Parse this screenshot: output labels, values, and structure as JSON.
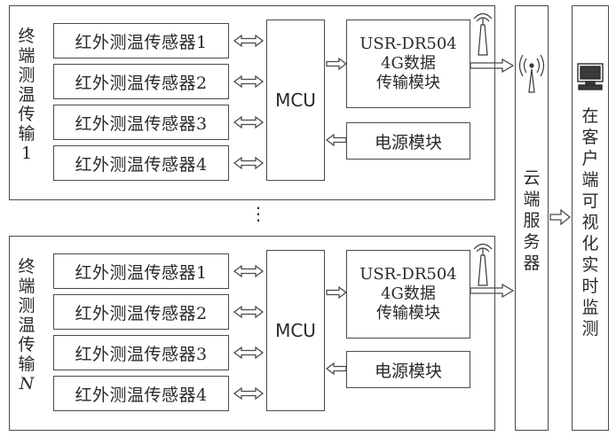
{
  "groups": [
    {
      "label_chars": [
        "终",
        "端",
        "测",
        "温",
        "传",
        "输",
        "1"
      ],
      "sensors": [
        "红外测温传感器1",
        "红外测温传感器2",
        "红外测温传感器3",
        "红外测温传感器4"
      ],
      "mcu": "MCU",
      "modem_lines": [
        "USR-DR504",
        "4G数据",
        "传输模块"
      ],
      "power": "电源模块"
    },
    {
      "label_chars": [
        "终",
        "端",
        "测",
        "温",
        "传",
        "输",
        "N"
      ],
      "sensors": [
        "红外测温传感器1",
        "红外测温传感器2",
        "红外测温传感器3",
        "红外测温传感器4"
      ],
      "mcu": "MCU",
      "modem_lines": [
        "USR-DR504",
        "4G数据",
        "传输模块"
      ],
      "power": "电源模块"
    }
  ],
  "cloud_chars": [
    "云",
    "端",
    "服",
    "务",
    "器"
  ],
  "client_chars": [
    "在",
    "客",
    "户",
    "端",
    "可",
    "视",
    "化",
    "实",
    "时",
    "监",
    "测"
  ],
  "ellipsis": "⋮",
  "icons": {
    "antenna": "antenna-icon",
    "cloud_tower": "cell-tower-icon",
    "monitor": "monitor-icon"
  }
}
